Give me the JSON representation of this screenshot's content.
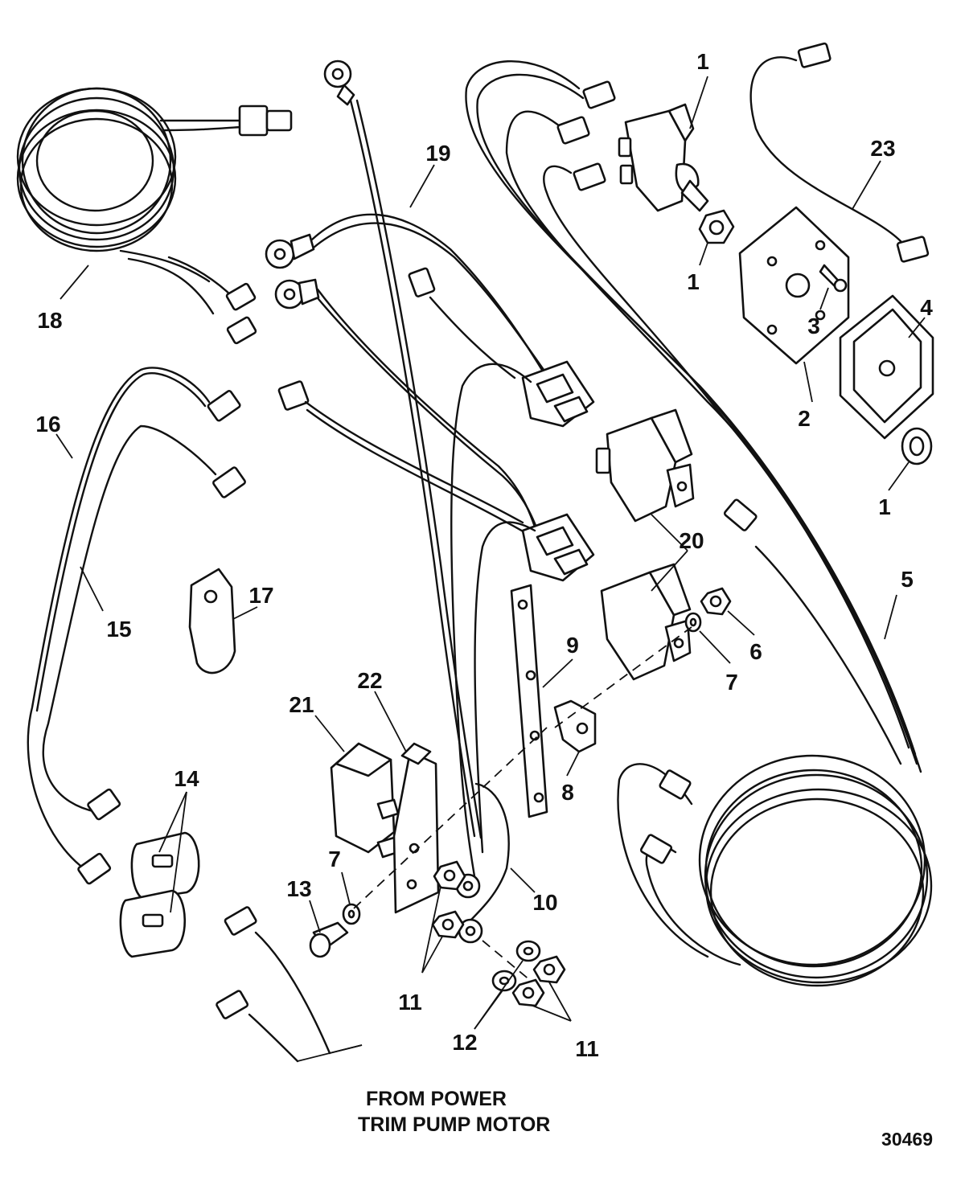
{
  "callouts": [
    {
      "id": "p1a",
      "label": "1"
    },
    {
      "id": "p1b",
      "label": "1"
    },
    {
      "id": "p1c",
      "label": "1"
    },
    {
      "id": "p2",
      "label": "2"
    },
    {
      "id": "p3",
      "label": "3"
    },
    {
      "id": "p4",
      "label": "4"
    },
    {
      "id": "p5",
      "label": "5"
    },
    {
      "id": "p6",
      "label": "6"
    },
    {
      "id": "p7a",
      "label": "7"
    },
    {
      "id": "p7b",
      "label": "7"
    },
    {
      "id": "p8",
      "label": "8"
    },
    {
      "id": "p9",
      "label": "9"
    },
    {
      "id": "p10",
      "label": "10"
    },
    {
      "id": "p11a",
      "label": "11"
    },
    {
      "id": "p11b",
      "label": "11"
    },
    {
      "id": "p12",
      "label": "12"
    },
    {
      "id": "p13",
      "label": "13"
    },
    {
      "id": "p14",
      "label": "14"
    },
    {
      "id": "p15",
      "label": "15"
    },
    {
      "id": "p16",
      "label": "16"
    },
    {
      "id": "p17",
      "label": "17"
    },
    {
      "id": "p18",
      "label": "18"
    },
    {
      "id": "p19",
      "label": "19"
    },
    {
      "id": "p20",
      "label": "20"
    },
    {
      "id": "p21",
      "label": "21"
    },
    {
      "id": "p22",
      "label": "22"
    },
    {
      "id": "p23",
      "label": "23"
    }
  ],
  "caption": {
    "line1": "FROM POWER",
    "line2": "TRIM PUMP MOTOR"
  },
  "figure_number": "30469"
}
